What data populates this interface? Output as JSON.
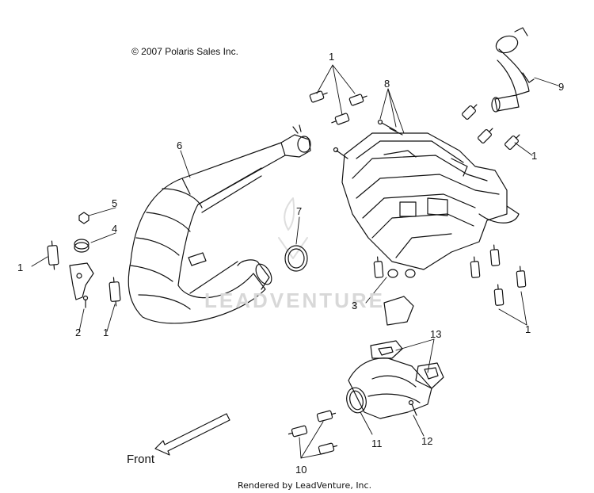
{
  "copyright": "© 2007 Polaris Sales Inc.",
  "footer": "Rendered by LeadVenture, Inc.",
  "watermark": "LEADVENTURE",
  "direction_label": "Front",
  "callouts": {
    "c1a": "1",
    "c1b": "1",
    "c1c": "1",
    "c1d": "1",
    "c1e": "1",
    "c2": "2",
    "c3": "3",
    "c4": "4",
    "c5": "5",
    "c6": "6",
    "c7": "7",
    "c8": "8",
    "c9": "9",
    "c10": "10",
    "c11": "11",
    "c12": "12",
    "c13": "13"
  },
  "colors": {
    "line": "#111111",
    "watermark": "#d8d8d8",
    "background": "#ffffff"
  }
}
